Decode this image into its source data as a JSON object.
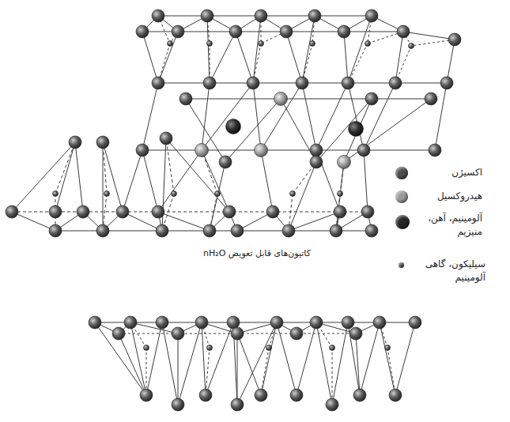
{
  "diagram": {
    "labels": [
      "کاتیون‌های قابل تعویض nH₂O"
    ],
    "legend": [
      {
        "text": "اکسیژن",
        "color": "#4d4d4d"
      },
      {
        "text": "هیدروکسیل",
        "color": "#9a9a9a"
      },
      {
        "text": "آلومینیم، آهن، منیزیم",
        "color": "#262626"
      },
      {
        "text": "سیلیکون، گاهی آلومینیم",
        "color": "#555555"
      }
    ]
  }
}
